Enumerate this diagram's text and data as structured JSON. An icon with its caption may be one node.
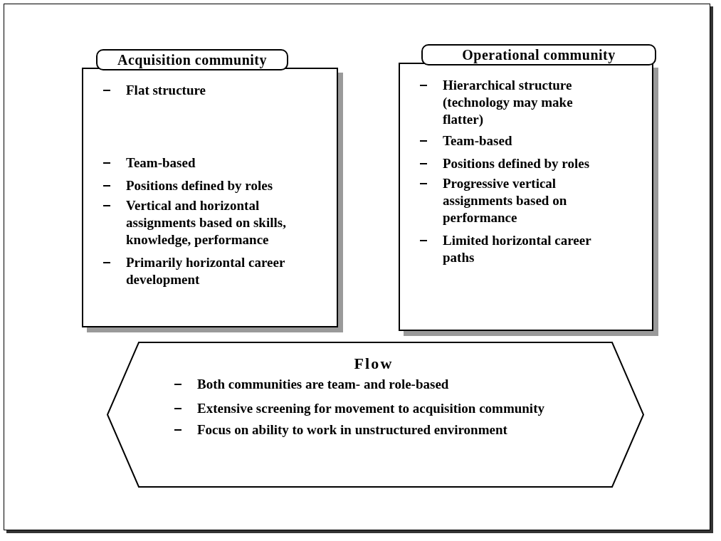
{
  "diagram": {
    "nodes": [
      {
        "text": [
          "Acquisition community",
          "Flat structure",
          "Team-based",
          "Positions defined by roles",
          "Vertical and horizontal assignments based on skills, knowledge, performance",
          "Primarily horizontal career development"
        ]
      },
      {
        "text": [
          "Operational community",
          "Hierarchical structure (technology may make flatter)",
          "Team-based",
          "Positions defined by roles",
          "Progressive vertical assignments based on performance",
          "Limited horizontal career paths"
        ]
      },
      {
        "text": [
          "Flow",
          "Both communities are team- and role-based",
          "Extensive screening for movement to acquisition community",
          "Focus on ability to work in unstructured environment"
        ]
      }
    ],
    "edges": []
  }
}
